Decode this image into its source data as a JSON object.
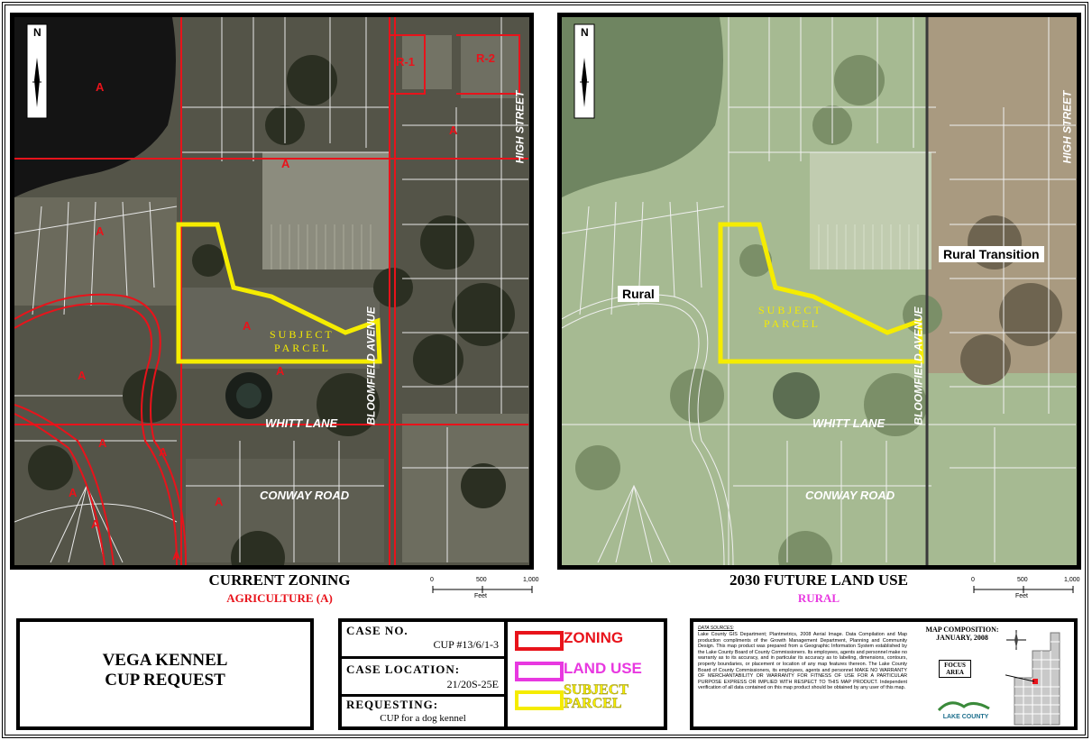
{
  "left_map": {
    "zone_labels": [
      "A",
      "A",
      "A",
      "A",
      "A",
      "A",
      "A",
      "A",
      "A",
      "A",
      "A",
      "A",
      "A"
    ],
    "r1": "R-1",
    "r2": "R-2",
    "streets": {
      "whitt": "WHITT LANE",
      "conway": "CONWAY ROAD",
      "bloomfield": "BLOOMFIELD AVENUE",
      "high": "HIGH STREET"
    },
    "subject": "SUBJECT",
    "parcel": "PARCEL",
    "title": "CURRENT ZONING",
    "subtitle": "AGRICULTURE (A)"
  },
  "right_map": {
    "rural": "Rural",
    "rural_transition": "Rural Transition",
    "streets": {
      "whitt": "WHITT LANE",
      "conway": "CONWAY ROAD",
      "bloomfield": "BLOOMFIELD AVENUE",
      "high": "HIGH STREET"
    },
    "subject": "SUBJECT",
    "parcel": "PARCEL",
    "title": "2030 FUTURE LAND USE",
    "subtitle": "RURAL"
  },
  "north": "N",
  "scale": {
    "ticks": [
      "0",
      "500",
      "1,000"
    ],
    "unit": "Feet"
  },
  "title_box": {
    "line1": "VEGA KENNEL",
    "line2": "CUP REQUEST"
  },
  "case": {
    "case_no_label": "CASE NO.",
    "case_no": "CUP #13/6/1-3",
    "location_label": "CASE LOCATION:",
    "location": "21/20S-25E",
    "requesting_label": "REQUESTING:",
    "requesting": "CUP for a dog kennel"
  },
  "legend": [
    {
      "label": "ZONING",
      "color": "#e8131b"
    },
    {
      "label": "LAND USE",
      "color": "#e838e0"
    },
    {
      "label": "SUBJECT PARCEL",
      "color": "#f5ec00"
    }
  ],
  "sources": {
    "heading": "DATA SOURCES:",
    "text": "Lake County GIS Department; Plantmetrics, 2008 Aerial Image. Data Compilation and Map production compliments of the Growth Management Department, Planning and Community Design. This map product was prepared from a Geographic Information System established by the Lake County Board of County Commissioners. Its employees, agents and personnel make no warranty as to its accuracy, and in particular its accuracy as to labeling, dimensions, contours, property boundaries, or placement or location of any map features thereon. The Lake County Board of County Commissioners, its employees, agents and personnel MAKE NO WARRANTY OF MERCHANTABILITY OR WARRANTY FOR FITNESS OF USE FOR A PARTICULAR PURPOSE EXPRESS OR IMPLIED WITH RESPECT TO THIS MAP PRODUCT. Independent verification of all data contained on this map product should be obtained by any user of this map.",
    "composition": "MAP COMPOSITION:",
    "date": "JANUARY, 2008",
    "focus": "FOCUS AREA",
    "logo": "LAKE COUNTY"
  },
  "colors": {
    "zoning": "#e8131b",
    "land_use": "#e838e0",
    "subject": "#f5ec00"
  }
}
